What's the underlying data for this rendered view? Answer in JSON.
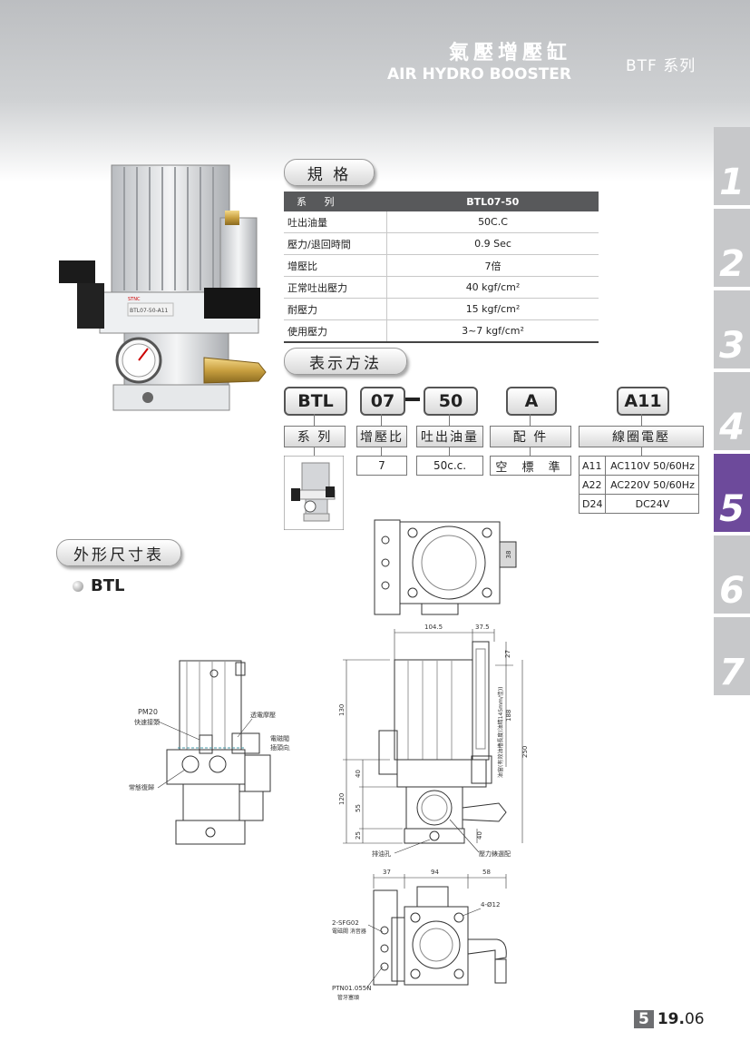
{
  "header": {
    "title_cn": "氣壓增壓缸",
    "title_en": "AIR HYDRO BOOSTER",
    "series": "BTF 系列"
  },
  "side_tabs": [
    {
      "label": "1"
    },
    {
      "label": "2"
    },
    {
      "label": "3"
    },
    {
      "label": "4"
    },
    {
      "label": "5"
    },
    {
      "label": "6"
    },
    {
      "label": "7"
    }
  ],
  "colors": {
    "active_tab": "#6d4a9b",
    "inactive_tab": "#c7c8ca",
    "table_header": "#58595b"
  },
  "product_labels": {
    "brand": "STNC",
    "model": "BTL07-50-A11"
  },
  "spec": {
    "title": "規 格",
    "header_label": "系 列",
    "header_value": "BTL07-50",
    "rows": [
      {
        "label": "吐出油量",
        "value": "50C.C"
      },
      {
        "label": "壓力/退回時間",
        "value": "0.9 Sec"
      },
      {
        "label": "增壓比",
        "value": "7倍"
      },
      {
        "label": "正常吐出壓力",
        "value": "40 kgf/cm²"
      },
      {
        "label": "耐壓力",
        "value": "15 kgf/cm²"
      },
      {
        "label": "使用壓力",
        "value": "3~7 kgf/cm²"
      }
    ]
  },
  "ordering": {
    "title": "表示方法",
    "codes": [
      "BTL",
      "07",
      "50",
      "A",
      "A11"
    ],
    "labels": [
      "系 列",
      "增壓比",
      "吐出油量",
      "配 件",
      "線圈電壓"
    ],
    "values": [
      "7",
      "50c.c.",
      "空 標 準"
    ],
    "voltages": [
      {
        "code": "A11",
        "value": "AC110V 50/60Hz"
      },
      {
        "code": "A22",
        "value": "AC220V 50/60Hz"
      },
      {
        "code": "D24",
        "value": "DC24V"
      }
    ]
  },
  "dimensions": {
    "title": "外形尺寸表",
    "model": "BTL",
    "side_view": {
      "pm20": "PM20",
      "quick_coupler": "快速接頭",
      "solenoid": "透電摩壓",
      "solenoid_dir1": "電磁閥",
      "solenoid_dir2": "插頭向上",
      "reset": "常態復歸"
    },
    "top_view": {
      "dim_38": "38"
    },
    "front_view": {
      "w_104_5": "104.5",
      "w_37_5": "37.5",
      "h_27": "27",
      "h_188": "188",
      "oil_window": "油窗(有效油槽長度(油精145mm/佳))",
      "h_130": "130",
      "h_40": "40",
      "h_250": "250",
      "h_120": "120",
      "h_55": "55",
      "h_25": "25",
      "h_40b": "40",
      "drain": "排油孔",
      "gauge": "壓力錶選配"
    },
    "bottom_view": {
      "w_37": "37",
      "w_94": "94",
      "w_58": "58",
      "holes": "4-Ø12",
      "sfg02": "2-SFG02",
      "sfg02_note": "電磁閥 消音器",
      "ptn": "PTN01.055N",
      "ptn_note": "管牙塞頭"
    }
  },
  "footer": {
    "chapter": "5",
    "page": "19.",
    "version": "06"
  }
}
